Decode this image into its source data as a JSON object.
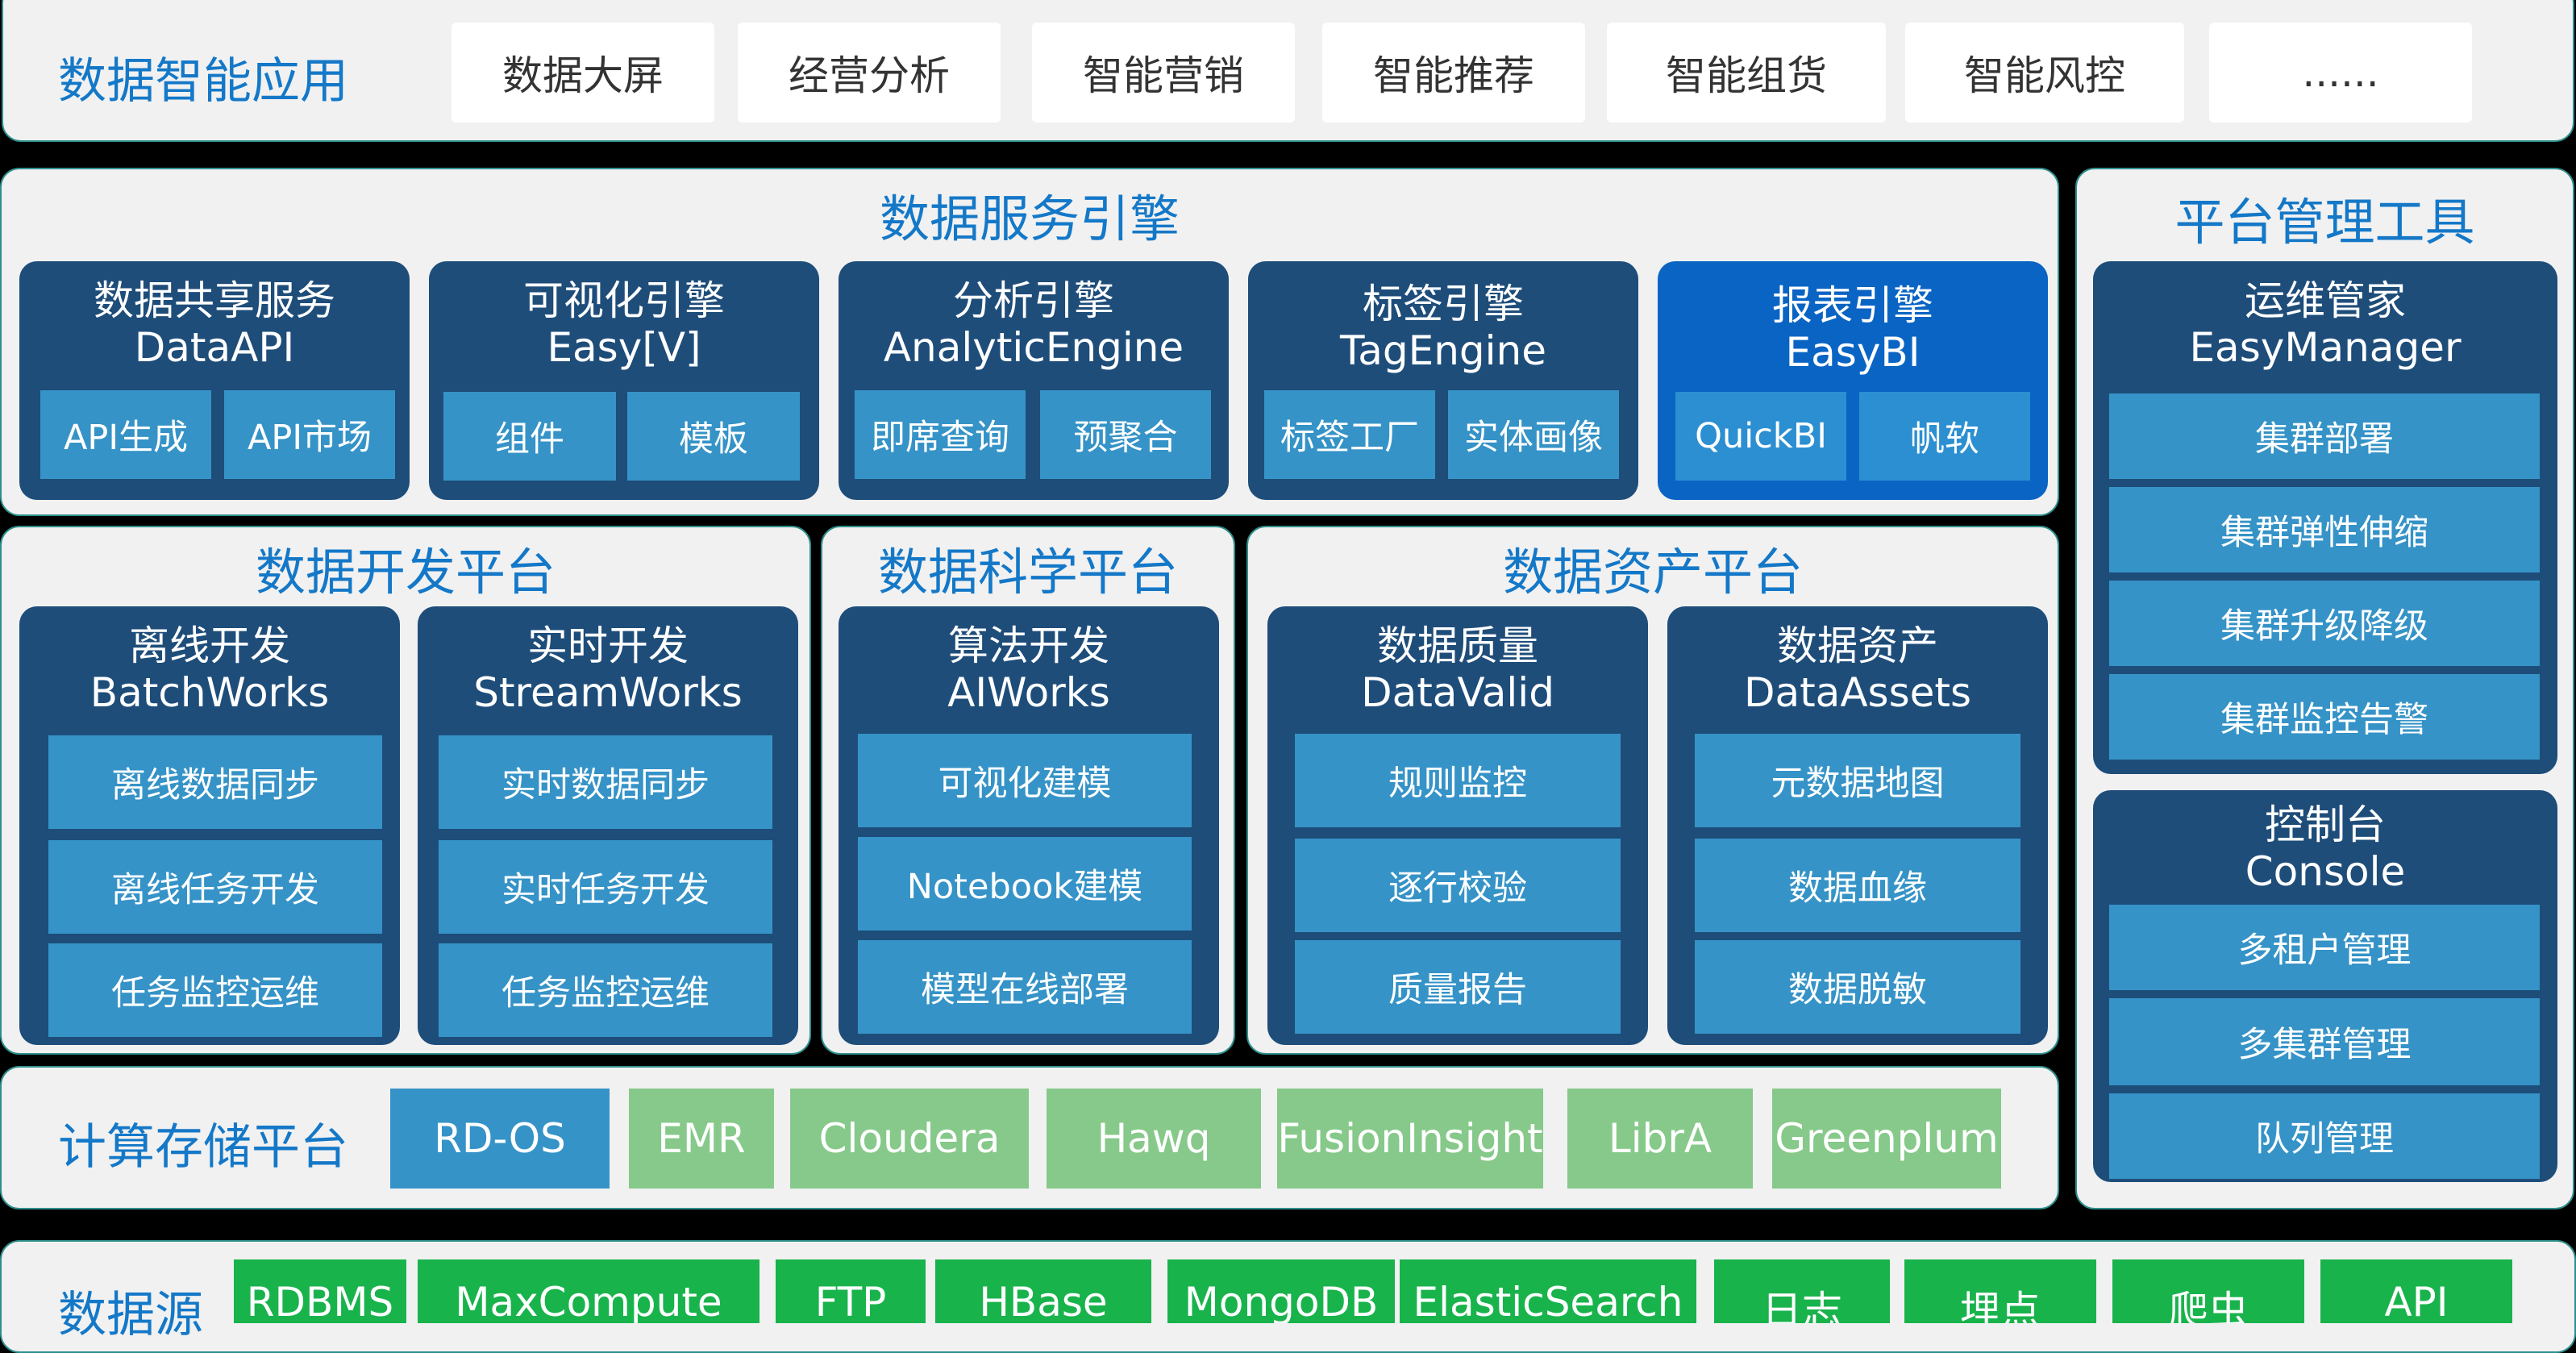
{
  "app_layer": {
    "title": "数据智能应用",
    "items": [
      "数据大屏",
      "经营分析",
      "智能营销",
      "智能推荐",
      "智能组货",
      "智能风控",
      "......"
    ]
  },
  "service_engine": {
    "title": "数据服务引擎",
    "engines": [
      {
        "name": "数据共享服务",
        "en": "DataAPI",
        "items": [
          "API生成",
          "API市场"
        ]
      },
      {
        "name": "可视化引擎",
        "en": "Easy[V]",
        "items": [
          "组件",
          "模板"
        ]
      },
      {
        "name": "分析引擎",
        "en": "AnalyticEngine",
        "items": [
          "即席查询",
          "预聚合"
        ]
      },
      {
        "name": "标签引擎",
        "en": "TagEngine",
        "items": [
          "标签工厂",
          "实体画像"
        ]
      },
      {
        "name": "报表引擎",
        "en": "EasyBI",
        "items": [
          "QuickBI",
          "帆软"
        ]
      }
    ]
  },
  "dev_platform": {
    "title": "数据开发平台",
    "modules": [
      {
        "name": "离线开发",
        "en": "BatchWorks",
        "items": [
          "离线数据同步",
          "离线任务开发",
          "任务监控运维"
        ]
      },
      {
        "name": "实时开发",
        "en": "StreamWorks",
        "items": [
          "实时数据同步",
          "实时任务开发",
          "任务监控运维"
        ]
      }
    ]
  },
  "science_platform": {
    "title": "数据科学平台",
    "modules": [
      {
        "name": "算法开发",
        "en": "AIWorks",
        "items": [
          "可视化建模",
          "Notebook建模",
          "模型在线部署"
        ]
      }
    ]
  },
  "asset_platform": {
    "title": "数据资产平台",
    "modules": [
      {
        "name": "数据质量",
        "en": "DataValid",
        "items": [
          "规则监控",
          "逐行校验",
          "质量报告"
        ]
      },
      {
        "name": "数据资产",
        "en": "DataAssets",
        "items": [
          "元数据地图",
          "数据血缘",
          "数据脱敏"
        ]
      }
    ]
  },
  "mgmt_tools": {
    "title": "平台管理工具",
    "modules": [
      {
        "name": "运维管家",
        "en": "EasyManager",
        "items": [
          "集群部署",
          "集群弹性伸缩",
          "集群升级降级",
          "集群监控告警"
        ]
      },
      {
        "name": "控制台",
        "en": "Console",
        "items": [
          "多租户管理",
          "多集群管理",
          "队列管理"
        ]
      }
    ]
  },
  "compute_storage": {
    "title": "计算存储平台",
    "items": [
      "RD-OS",
      "EMR",
      "Cloudera",
      "Hawq",
      "FusionInsight",
      "LibrA",
      "Greenplum"
    ]
  },
  "data_source": {
    "title": "数据源",
    "items": [
      "RDBMS",
      "MaxCompute",
      "FTP",
      "HBase",
      "MongoDB",
      "ElasticSearch",
      "日志",
      "埋点",
      "爬虫",
      "API"
    ]
  },
  "colors": {
    "panel": "#f1f1f1",
    "engine_dark": "#1e4d7a",
    "engine_highlight": "#0a64c4",
    "tile": "#3593c7",
    "storage_green": "#86c98a",
    "source_green": "#19b34c",
    "title_blue": "#1478c8"
  }
}
